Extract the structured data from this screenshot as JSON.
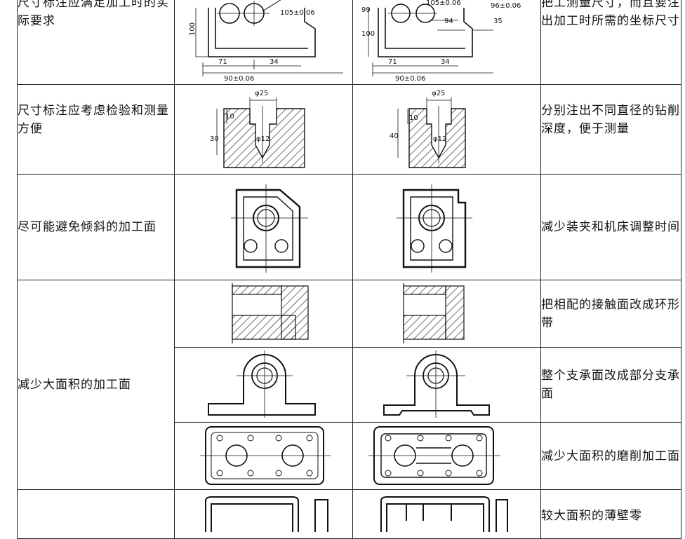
{
  "rows": [
    {
      "principle": "尺寸标注应满足加工时的实际要求",
      "measure": "把工测量尺寸，而且要注出加工时所需的坐标尺寸",
      "dims_before": [
        "105±0.06",
        "100",
        "71",
        "34",
        "90±0.06"
      ],
      "dims_after": [
        "105±0.06",
        "96±0.06",
        "94",
        "35",
        "100",
        "71",
        "34",
        "90±0.06",
        "99"
      ]
    },
    {
      "principle": "尺寸标注应考虑检验和测量方便",
      "measure": "分别注出不同直径的钻削深度，便于测量",
      "dims_before": [
        "φ25",
        "10",
        "30",
        "φ12"
      ],
      "dims_after": [
        "φ25",
        "40",
        "10",
        "φ12"
      ]
    },
    {
      "principle": "尽可能避免倾斜的加工面",
      "measure": "减少装夹和机床调整时间"
    },
    {
      "principle": "减少大面积的加工面",
      "sub": [
        {
          "measure": "把相配的接触面改成环形带"
        },
        {
          "measure": "整个支承面改成部分支承面"
        },
        {
          "measure": "减少大面积的磨削加工面"
        }
      ]
    },
    {
      "principle": "",
      "measure": "较大面积的薄壁零"
    }
  ]
}
